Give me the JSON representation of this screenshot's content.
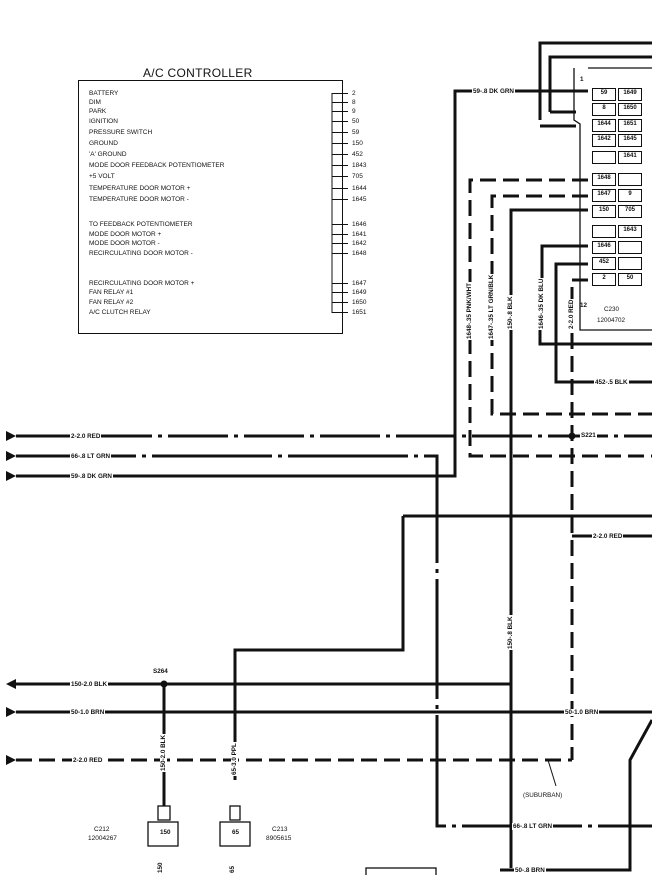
{
  "controller": {
    "title": "A/C CONTROLLER",
    "pins": [
      {
        "label": "BATTERY",
        "num": "2"
      },
      {
        "label": "DIM",
        "num": "8"
      },
      {
        "label": "PARK",
        "num": "9"
      },
      {
        "label": "IGNITION",
        "num": "50"
      },
      {
        "label": "PRESSURE SWITCH",
        "num": "59"
      },
      {
        "label": "GROUND",
        "num": "150"
      },
      {
        "label": "'A' GROUND",
        "num": "452"
      },
      {
        "label": "MODE DOOR FEEDBACK POTENTIOMETER",
        "num": "1843"
      },
      {
        "label": "+5 VOLT",
        "num": "705"
      },
      {
        "label": "TEMPERATURE DOOR MOTOR +",
        "num": "1644"
      },
      {
        "label": "TEMPERATURE DOOR MOTOR -",
        "num": "1645"
      },
      {
        "label": "TO FEEDBACK POTENTIOMETER",
        "num": "1646"
      },
      {
        "label": "MODE DOOR MOTOR +",
        "num": "1641"
      },
      {
        "label": "MODE DOOR MOTOR -",
        "num": "1642"
      },
      {
        "label": "RECIRCULATING DOOR MOTOR -",
        "num": "1648"
      },
      {
        "label": "RECIRCULATING DOOR MOTOR +",
        "num": "1647"
      },
      {
        "label": "FAN RELAY #1",
        "num": "1649"
      },
      {
        "label": "FAN RELAY #2",
        "num": "1650"
      },
      {
        "label": "A/C CLUTCH RELAY",
        "num": "1651"
      }
    ]
  },
  "connector_c230": {
    "name": "C230",
    "part": "12004702",
    "corner": "1",
    "left_pin": "12",
    "cells": [
      [
        "59",
        "1649"
      ],
      [
        "8",
        "1650"
      ],
      [
        "1644",
        "1651"
      ],
      [
        "1642",
        "1645"
      ],
      [
        "",
        "1641"
      ],
      [
        "1648",
        ""
      ],
      [
        "1647",
        "9"
      ],
      [
        "150",
        "705"
      ],
      [
        "",
        "1643"
      ],
      [
        "1646",
        ""
      ],
      [
        "452",
        ""
      ],
      [
        "2",
        "50"
      ]
    ]
  },
  "wires": {
    "dk_grn_top": "59-.8 DK GRN",
    "red_left": "2-2.0 RED",
    "lt_grn_left": "66-.8 LT GRN",
    "dk_grn_left": "59-.8 DK GRN",
    "pnk_wht": "1648-.35 PNK/WHT",
    "lt_grn_blk": "1647-.35 LT GRN/BLK",
    "blk_150": "150-.8 BLK",
    "dk_blu": "1646-.35 DK BLU",
    "red_vert": "2-2.0 RED",
    "blk_452": "452-.5 BLK",
    "splice_s221": "S221",
    "red_right": "2-2.0 RED",
    "blk_150_mid": "150-.8 BLK",
    "blk_150_left": "150-2.0 BLK",
    "splice_s264": "S264",
    "brn_left": "50-1.0 BRN",
    "red_bottom_left": "2-2.0 RED",
    "blk_150_vert": "150-2.0 BLK",
    "ppl_65": "65-3.0 PPL",
    "brn_right": "50-1.0 BRN",
    "suburban": "(SUBURBAN)",
    "lt_grn_bottom": "66-.8 LT GRN",
    "brn_bottom": "50-.8 BRN"
  },
  "c212": {
    "name": "C212",
    "part": "12004267",
    "pin": "150",
    "bottom": "150"
  },
  "c213": {
    "name": "C213",
    "part": "8905615",
    "pin": "65",
    "bottom": "65"
  }
}
